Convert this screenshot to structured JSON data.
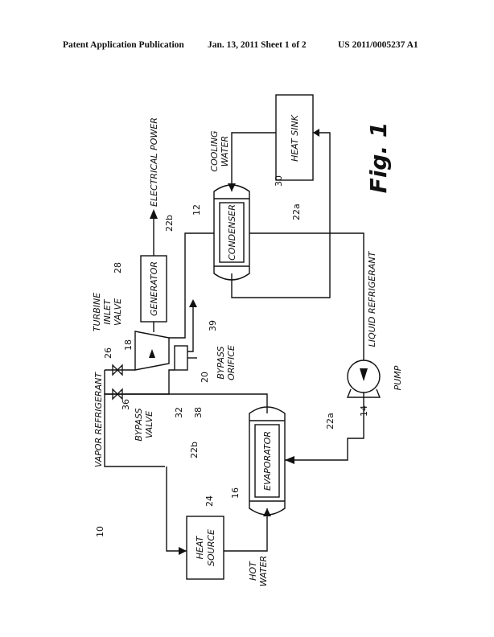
{
  "header": {
    "publication": "Patent Application Publication",
    "date_sheet": "Jan. 13, 2011   Sheet 1 of 2",
    "number": "US 2011/0005237 A1"
  },
  "figure": {
    "title": "Fig. 1",
    "components": {
      "heat_sink": "HEAT SINK",
      "condenser": "CONDENSER",
      "generator": "GENERATOR",
      "evaporator": "EVAPORATOR",
      "heat_source_line1": "HEAT",
      "heat_source_line2": "SOURCE"
    },
    "labels": {
      "electrical_power": "ELECTRICAL POWER",
      "cooling_water_1": "COOLING",
      "cooling_water_2": "WATER",
      "liquid_refrigerant": "LIQUID REFRIGERANT",
      "vapor_refrigerant": "VAPOR REFRIGERANT",
      "turbine_inlet_valve_1": "TURBINE",
      "turbine_inlet_valve_2": "INLET",
      "turbine_inlet_valve_3": "VALVE",
      "bypass_valve_1": "BYPASS",
      "bypass_valve_2": "VALVE",
      "bypass_orifice_1": "BYPASS",
      "bypass_orifice_2": "ORIFICE",
      "pump": "PUMP",
      "hot_water_1": "HOT",
      "hot_water_2": "WATER"
    },
    "refs": {
      "r10": "10",
      "r12": "12",
      "r14": "14",
      "r16": "16",
      "r18": "18",
      "r20": "20",
      "r22a_top": "22a",
      "r22a_bottom": "22a",
      "r22b_top": "22b",
      "r22b_bottom": "22b",
      "r24": "24",
      "r26": "26",
      "r28": "28",
      "r30": "30",
      "r32": "32",
      "r36": "36",
      "r38": "38",
      "r39": "39"
    }
  }
}
